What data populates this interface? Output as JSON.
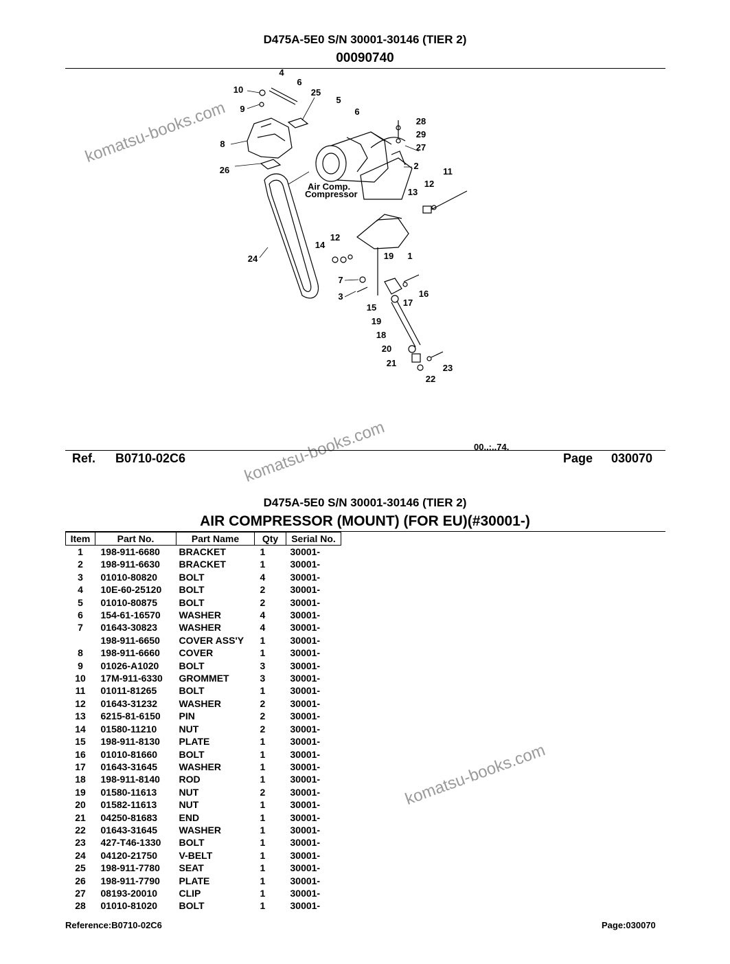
{
  "header": {
    "model_line": "D475A-5E0 S/N 30001-30146 (TIER 2)",
    "illustration_no": "00090740"
  },
  "diagram": {
    "callouts": [
      "1",
      "2",
      "3",
      "4",
      "5",
      "6",
      "6",
      "7",
      "8",
      "9",
      "10",
      "11",
      "12",
      "12",
      "13",
      "14",
      "15",
      "16",
      "17",
      "18",
      "19",
      "19",
      "20",
      "21",
      "22",
      "23",
      "24",
      "25",
      "26",
      "27",
      "28",
      "29"
    ],
    "compressor_label_1": "Air Comp.",
    "compressor_label_2": "Compressor",
    "corner_mark": "00..:..74."
  },
  "watermark": "komatsu-books.com",
  "ref_row": {
    "ref_label": "Ref.",
    "ref_value": "B0710-02C6",
    "page_label": "Page",
    "page_value": "030070"
  },
  "section": {
    "model_line": "D475A-5E0 S/N 30001-30146 (TIER 2)",
    "title": "AIR COMPRESSOR (MOUNT) (FOR EU)(#30001-)"
  },
  "table": {
    "headers": [
      "Item",
      "Part No.",
      "Part Name",
      "Qty",
      "Serial No."
    ],
    "rows": [
      [
        "1",
        "198-911-6680",
        "BRACKET",
        "1",
        "30001-"
      ],
      [
        "2",
        "198-911-6630",
        "BRACKET",
        "1",
        "30001-"
      ],
      [
        "3",
        "01010-80820",
        "BOLT",
        "4",
        "30001-"
      ],
      [
        "4",
        "10E-60-25120",
        "BOLT",
        "2",
        "30001-"
      ],
      [
        "5",
        "01010-80875",
        "BOLT",
        "2",
        "30001-"
      ],
      [
        "6",
        "154-61-16570",
        "WASHER",
        "4",
        "30001-"
      ],
      [
        "7",
        "01643-30823",
        "WASHER",
        "4",
        "30001-"
      ],
      [
        "",
        "198-911-6650",
        "COVER ASS'Y",
        "1",
        "30001-"
      ],
      [
        "8",
        "198-911-6660",
        "COVER",
        "1",
        "30001-"
      ],
      [
        "9",
        "01026-A1020",
        "BOLT",
        "3",
        "30001-"
      ],
      [
        "10",
        "17M-911-6330",
        "GROMMET",
        "3",
        "30001-"
      ],
      [
        "11",
        "01011-81265",
        "BOLT",
        "1",
        "30001-"
      ],
      [
        "12",
        "01643-31232",
        "WASHER",
        "2",
        "30001-"
      ],
      [
        "13",
        "6215-81-6150",
        "PIN",
        "2",
        "30001-"
      ],
      [
        "14",
        "01580-11210",
        "NUT",
        "2",
        "30001-"
      ],
      [
        "15",
        "198-911-8130",
        "PLATE",
        "1",
        "30001-"
      ],
      [
        "16",
        "01010-81660",
        "BOLT",
        "1",
        "30001-"
      ],
      [
        "17",
        "01643-31645",
        "WASHER",
        "1",
        "30001-"
      ],
      [
        "18",
        "198-911-8140",
        "ROD",
        "1",
        "30001-"
      ],
      [
        "19",
        "01580-11613",
        "NUT",
        "2",
        "30001-"
      ],
      [
        "20",
        "01582-11613",
        "NUT",
        "1",
        "30001-"
      ],
      [
        "21",
        "04250-81683",
        "END",
        "1",
        "30001-"
      ],
      [
        "22",
        "01643-31645",
        "WASHER",
        "1",
        "30001-"
      ],
      [
        "23",
        "427-T46-1330",
        "BOLT",
        "1",
        "30001-"
      ],
      [
        "24",
        "04120-21750",
        "V-BELT",
        "1",
        "30001-"
      ],
      [
        "25",
        "198-911-7780",
        "SEAT",
        "1",
        "30001-"
      ],
      [
        "26",
        "198-911-7790",
        "PLATE",
        "1",
        "30001-"
      ],
      [
        "27",
        "08193-20010",
        "CLIP",
        "1",
        "30001-"
      ],
      [
        "28",
        "01010-81020",
        "BOLT",
        "1",
        "30001-"
      ]
    ]
  },
  "footer": {
    "reference": "Reference:B0710-02C6",
    "page": "Page:030070"
  }
}
